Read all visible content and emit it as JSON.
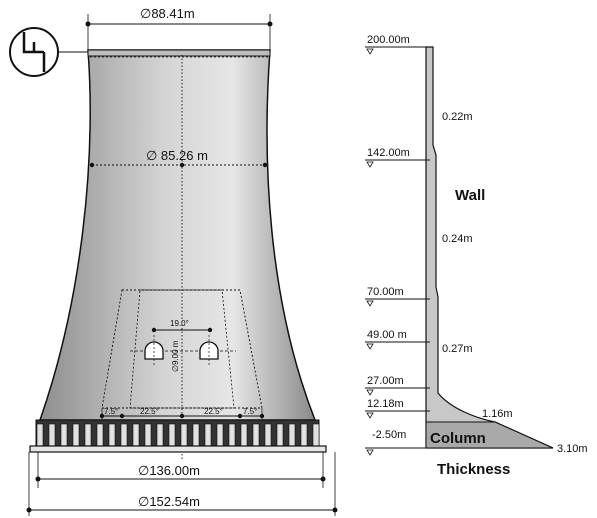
{
  "tower": {
    "top_diameter": "∅88.41m",
    "throat_diameter": "∅ 85.26 m",
    "base_diameter": "∅136.00m",
    "foundation_diameter": "∅152.54m",
    "opening_angle": "19.0°",
    "opening_diameter": "∅9.00 m",
    "segment_angles": [
      "7.5°",
      "22.5°",
      "22.5°",
      "7.5°"
    ]
  },
  "profile": {
    "levels": [
      "200.00m",
      "142.00m",
      "70.00m",
      "49.00 m",
      "27.00m",
      "12.18m",
      "-2.50m"
    ],
    "thicknesses": [
      "0.22m",
      "0.24m",
      "0.27m",
      "1.16m",
      "3.10m"
    ],
    "labels": {
      "wall": "Wall",
      "column": "Column",
      "thickness": "Thickness"
    }
  },
  "colors": {
    "shell_dark": "#8c8c8c",
    "shell_light": "#f2f2f2",
    "profile_fill": "#c8c8c8",
    "line": "#111111"
  }
}
